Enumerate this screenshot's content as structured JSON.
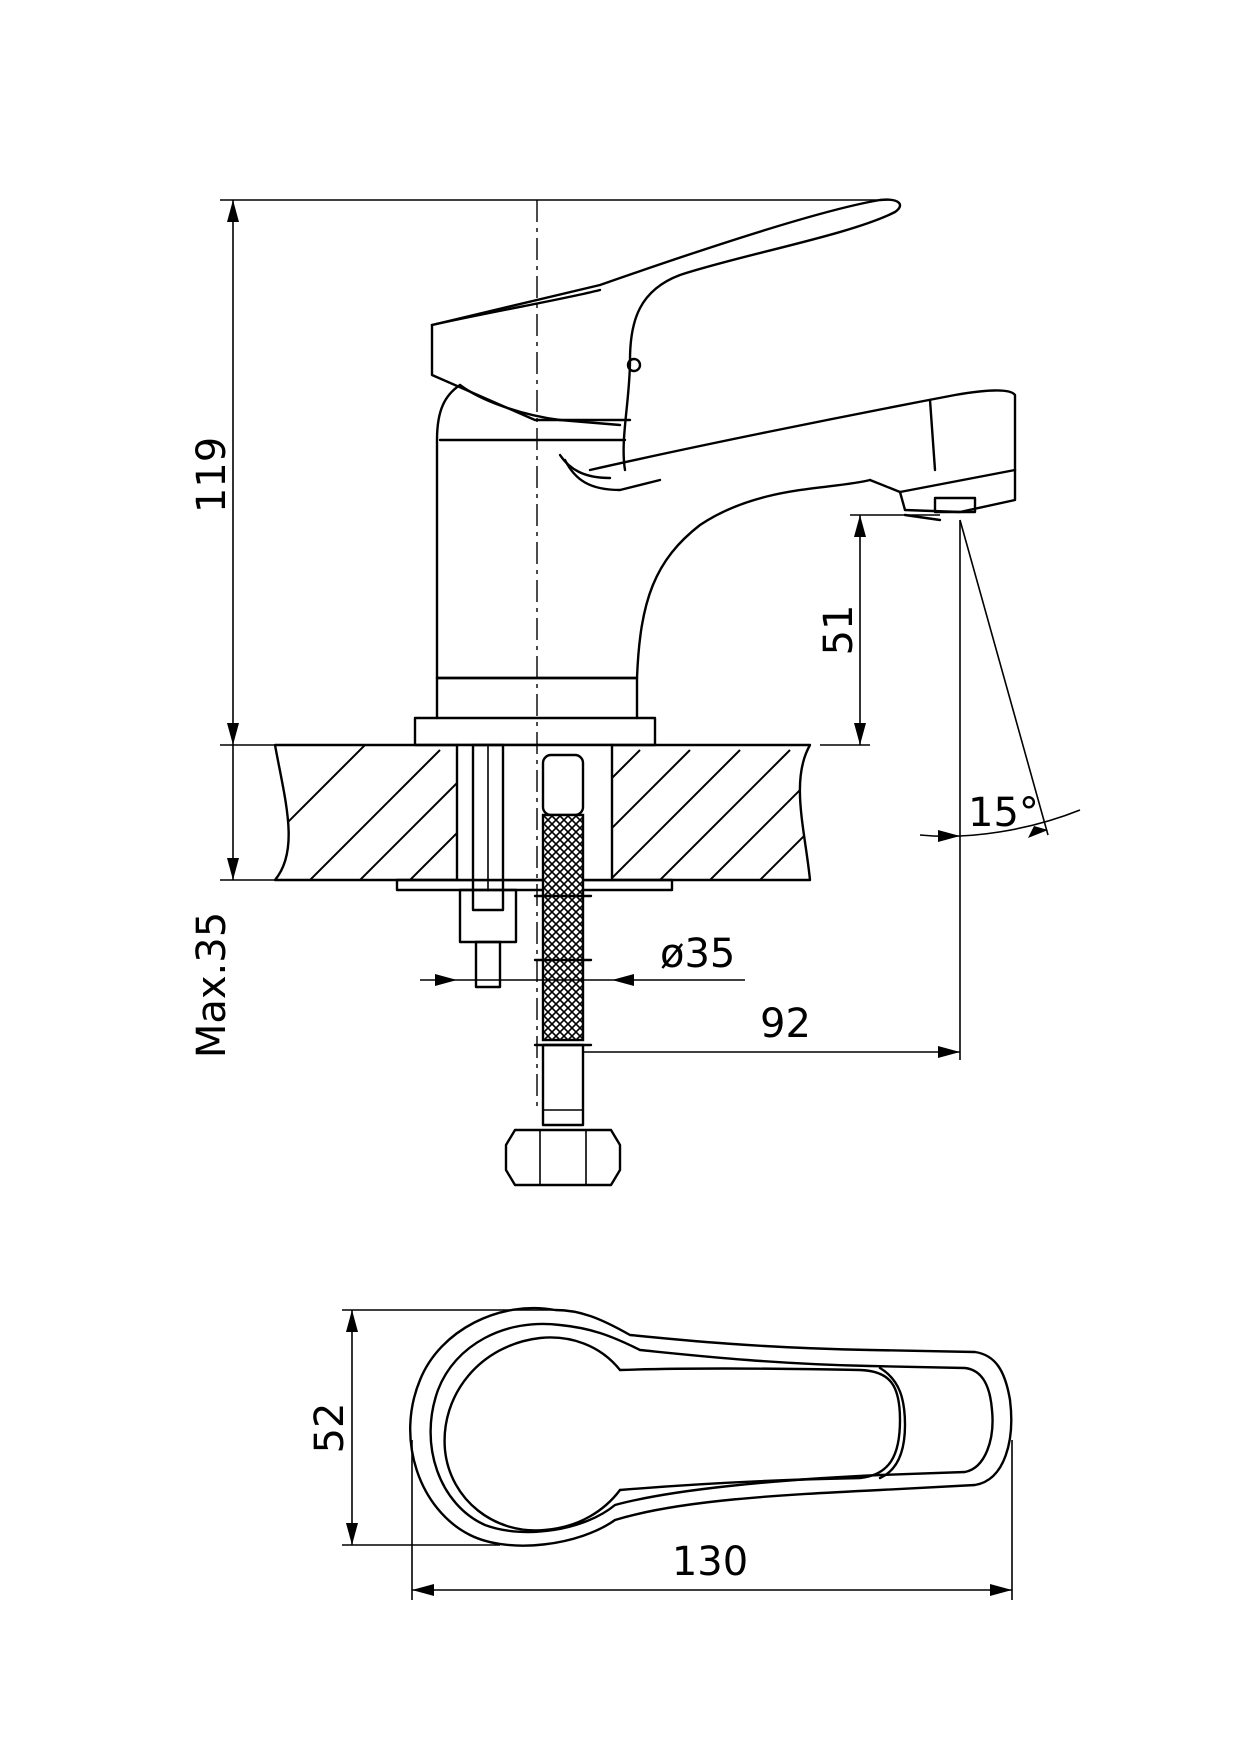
{
  "dimensions": {
    "total_height": "119",
    "spout_clearance": "51",
    "max_thickness": "Max.35",
    "hole_diameter": "ø35",
    "spout_reach": "92",
    "spray_angle": "15°",
    "base_width": "52",
    "overall_length": "130"
  }
}
